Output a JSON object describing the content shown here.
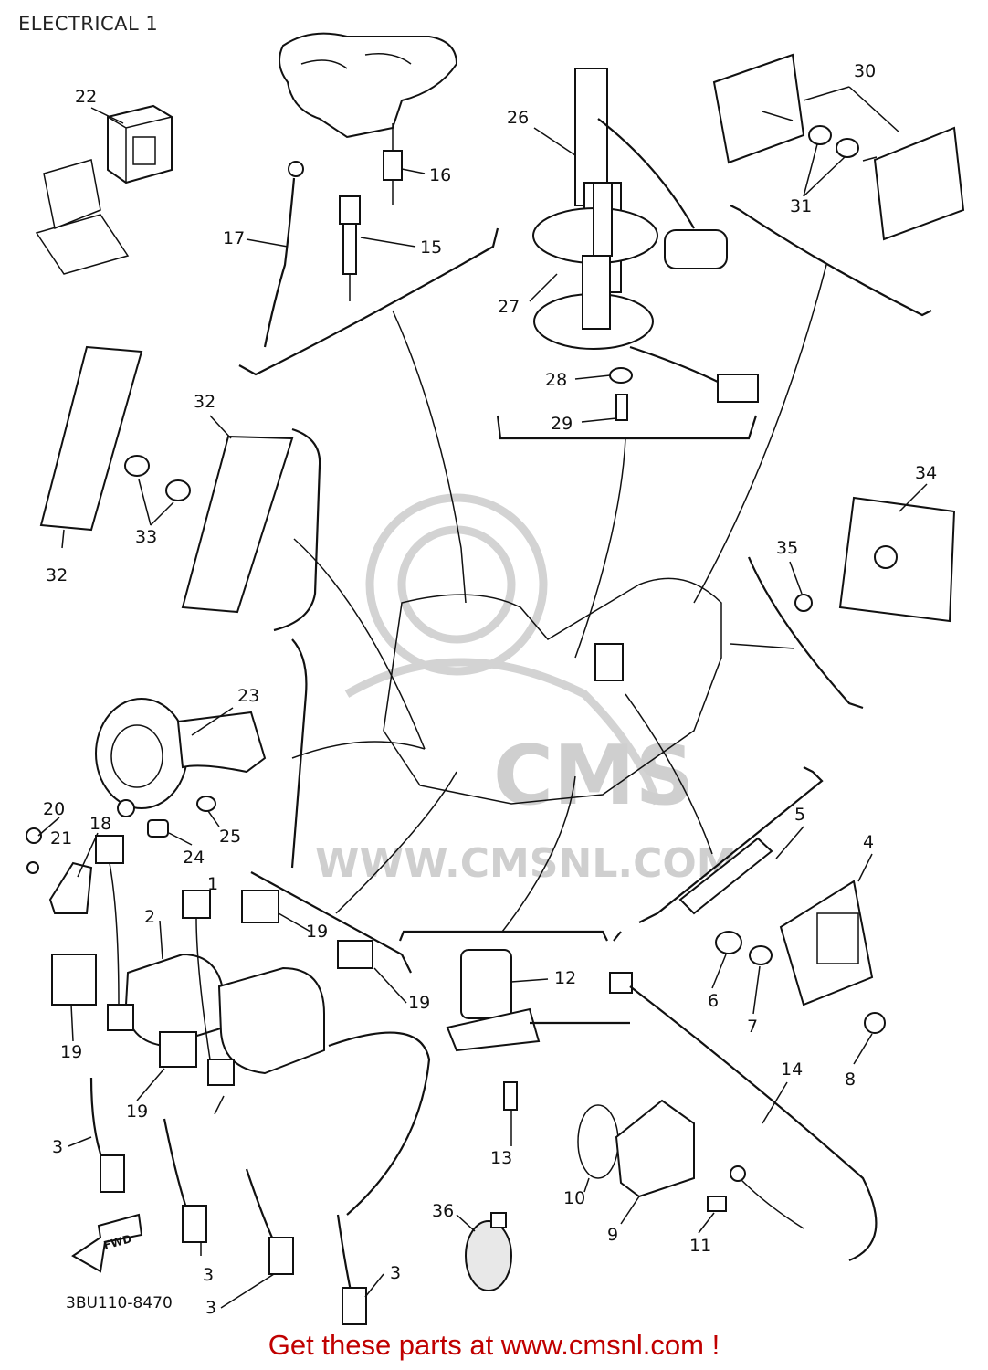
{
  "title": "ELECTRICAL 1",
  "part_number": "3BU110-8470",
  "banner": "Get these parts at www.cmsnl.com !",
  "watermark": {
    "brand": "CMS",
    "url": "WWW.CMSNL.COM"
  },
  "fwd_arrow": "FWD",
  "callouts": [
    "1",
    "2",
    "3",
    "4",
    "5",
    "6",
    "7",
    "8",
    "9",
    "10",
    "11",
    "12",
    "13",
    "14",
    "15",
    "16",
    "17",
    "18",
    "19",
    "20",
    "21",
    "22",
    "23",
    "24",
    "25",
    "26",
    "27",
    "28",
    "29",
    "30",
    "31",
    "32",
    "33",
    "34",
    "35",
    "36"
  ],
  "colors": {
    "banner": "#c00000",
    "line": "#111111",
    "watermark": "#d3d3d3"
  }
}
